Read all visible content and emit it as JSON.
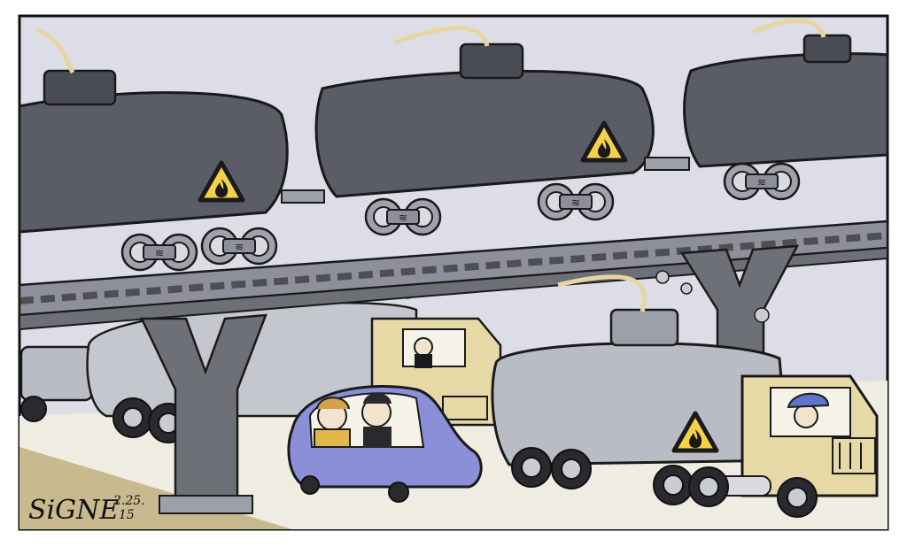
{
  "cartoon": {
    "signature": "SiGNE",
    "date_line1": "2.25.",
    "date_line2": "15"
  },
  "colors": {
    "sky": "#dcdde6",
    "tank_dark": "#5b5d66",
    "tank_light": "#b9bcc4",
    "bridge": "#6e7078",
    "road": "#efece1",
    "grass": "#c9b98f",
    "hazard_yellow": "#f3d24a",
    "cab_tan": "#e7d9a6",
    "car_blue": "#8a8fd8",
    "fuse": "#e8d6a0"
  },
  "icons": [
    "flame-hazard-icon",
    "fuse-icon"
  ]
}
